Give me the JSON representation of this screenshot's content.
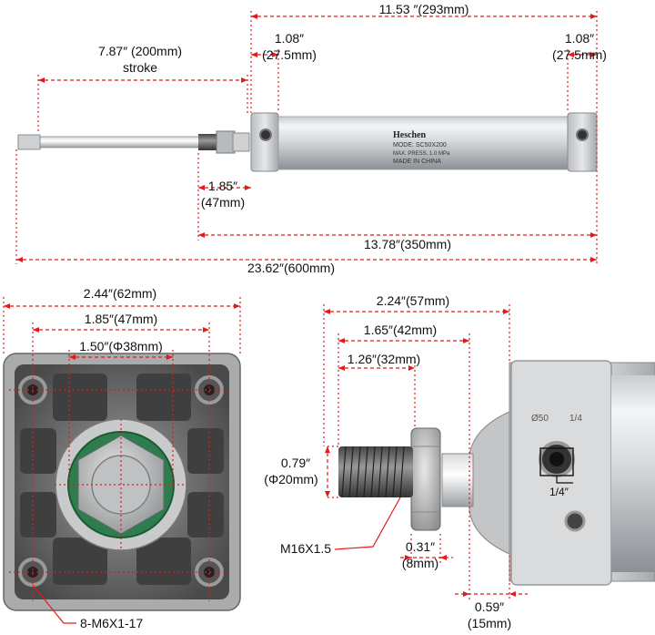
{
  "top_view": {
    "overall_length": "11.53 ″(293mm)",
    "left_cap": [
      "1.08″",
      "(27.5mm)"
    ],
    "right_cap": [
      "1.08″",
      "(27.5mm)"
    ],
    "stroke": [
      "7.87″ (200mm)",
      "stroke"
    ],
    "rod_ext": [
      "1.85″",
      "(47mm)"
    ],
    "body_length": "13.78″(350mm)",
    "full_length": "23.62″(600mm)",
    "plate": {
      "brand": "Heschen",
      "lines": [
        "MODE: SC50X200",
        "MAX. PRESS.      1.0 MPa",
        "MADE   IN  CHINA"
      ]
    }
  },
  "end_view": {
    "width": "2.44″(62mm)",
    "bolt_spacing": "1.85″(47mm)",
    "bore": "1.50″(Φ38mm)",
    "thread_holes": "8-M6X1-17"
  },
  "rod_view": {
    "len_57": "2.24″(57mm)",
    "len_42": "1.65″(42mm)",
    "len_32": "1.26″(32mm)",
    "rod_dia": [
      "0.79″",
      "(Φ20mm)"
    ],
    "thread": "M16X1.5",
    "nut": [
      "0.31″",
      "(8mm)"
    ],
    "boss": [
      "0.59″",
      "(15mm)"
    ],
    "port_size": "1/4″",
    "port_marks": [
      "Ø50",
      "1/4"
    ]
  }
}
